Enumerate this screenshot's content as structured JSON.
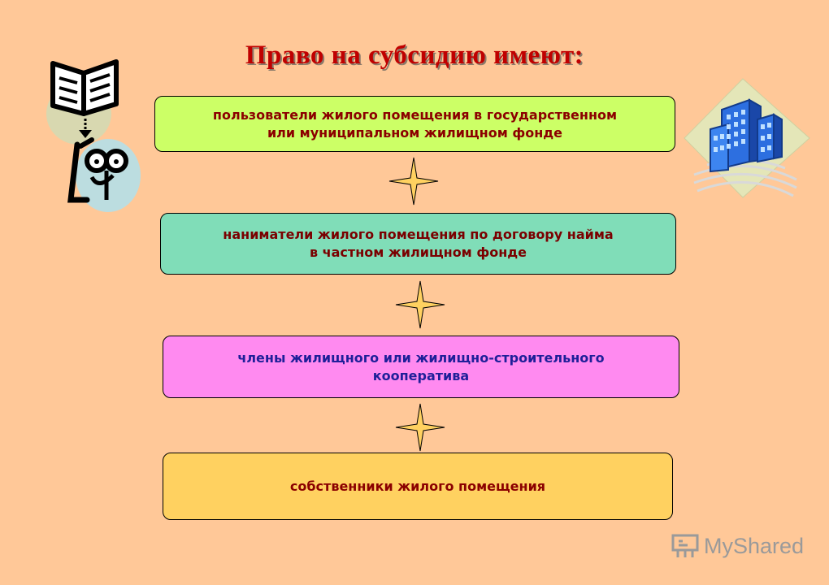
{
  "title": "Право на субсидию имеют:",
  "boxes": [
    {
      "text": "пользователи жилого помещения в государственном\nили муниципальном жилищном фонде",
      "color": "#CCFF66"
    },
    {
      "text": "наниматели жилого помещения по договору найма\nв частном жилищном фонде",
      "color": "#80DDB8"
    },
    {
      "text": "члены жилищного или жилищно-строительного\nкооператива",
      "color": "#FF8AF0"
    },
    {
      "text": "собственники жилого помещения",
      "color": "#FFD160"
    }
  ],
  "connectors": [
    "star-icon",
    "star-icon",
    "star-icon"
  ],
  "decorations": [
    "book-reader-clipart-icon",
    "city-buildings-clipart-icon"
  ],
  "watermark": {
    "my": "My",
    "shared": "Shared"
  }
}
